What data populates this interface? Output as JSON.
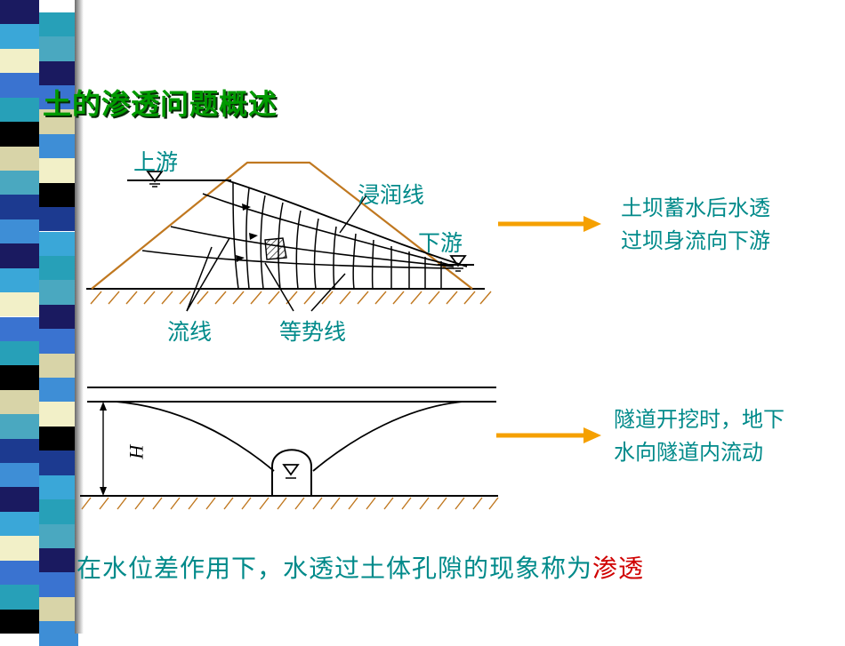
{
  "title": "土的渗透问题概述",
  "dam": {
    "upstream": "上游",
    "downstream": "下游",
    "phreatic_line": "浸润线",
    "streamline": "流线",
    "equipotential": "等势线"
  },
  "dam_description": [
    "土坝蓄水后水透",
    "过坝身流向下游"
  ],
  "tunnel": {
    "h_label": "H"
  },
  "tunnel_description": [
    "隧道开挖时，地下",
    "水向隧道内流动"
  ],
  "bottom_text": {
    "prefix": "在水位差作用下，水透过土体孔隙的现象称为",
    "highlight": "渗透"
  },
  "colors": {
    "title": "#009a00",
    "label": "#008a8a",
    "arrow": "#f5a000",
    "dam_outline": "#c07820",
    "highlight": "#d00000"
  }
}
